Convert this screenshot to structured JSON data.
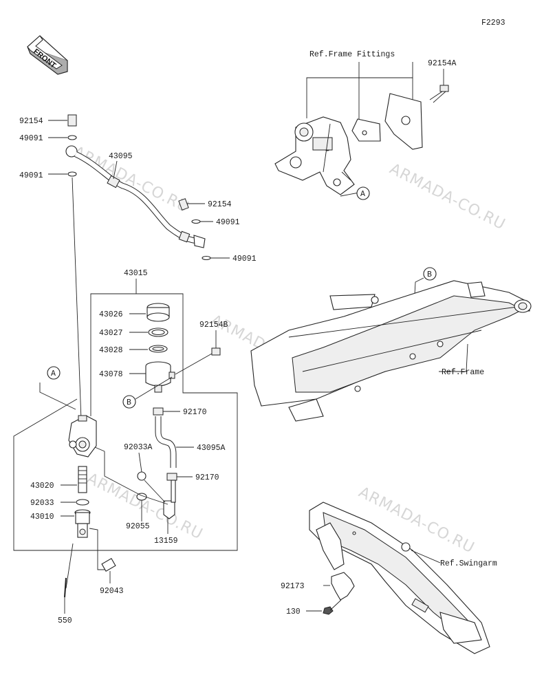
{
  "diagram_code": "F2293",
  "front_label": "FRONT",
  "watermarks": [
    "ARMADA-CO.RU",
    "ARMADA-CO.RU",
    "ARMADA-CO.RU",
    "ARMADA-CO.RU",
    "ARMADA-CO.RU"
  ],
  "ref_labels": {
    "frame_fittings": "Ref.Frame Fittings",
    "frame": "Ref.Frame",
    "swingarm": "Ref.Swingarm"
  },
  "callouts": {
    "a_top": "A",
    "a_left": "A",
    "b_right": "B",
    "b_mid": "B"
  },
  "parts": {
    "p92154A": "92154A",
    "p92154_top": "92154",
    "p49091_top": "49091",
    "p43095": "43095",
    "p49091_left": "49091",
    "p92154_mid": "92154",
    "p49091_mid": "49091",
    "p49091_low": "49091",
    "p43015": "43015",
    "p43026": "43026",
    "p43027": "43027",
    "p43028": "43028",
    "p43078": "43078",
    "p92154B": "92154B",
    "p92170_a": "92170",
    "p92033A": "92033A",
    "p43095A": "43095A",
    "p92170_b": "92170",
    "p43020": "43020",
    "p92033": "92033",
    "p43010": "43010",
    "p92055": "92055",
    "p13159": "13159",
    "p92043": "92043",
    "p550": "550",
    "p92173": "92173",
    "p130": "130"
  }
}
